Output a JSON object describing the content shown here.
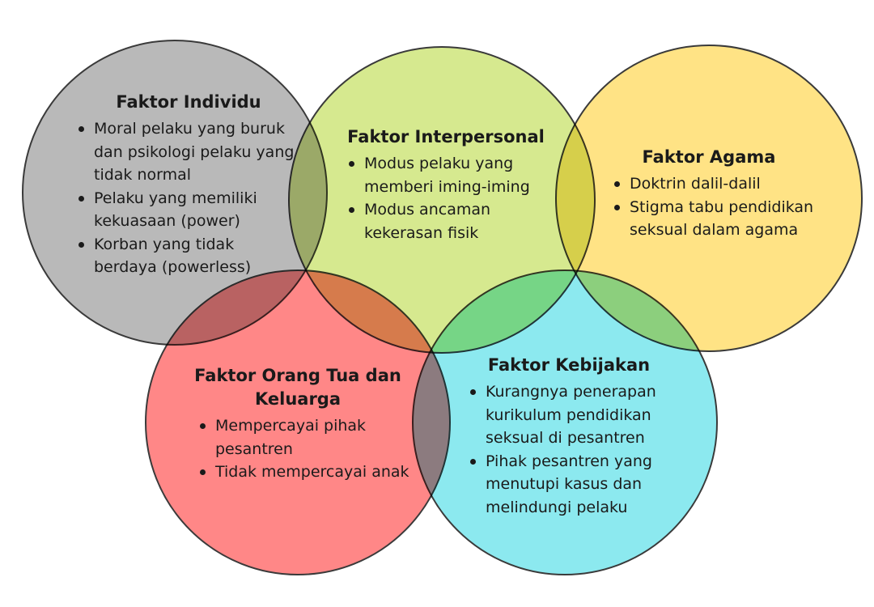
{
  "diagram": {
    "circles": [
      {
        "id": "individu",
        "title": "Faktor Individu",
        "color": "#b9b9b9",
        "items": [
          "Moral pelaku yang buruk dan psikologi pelaku yang tidak normal",
          "Pelaku yang memiliki kekuasaan (power)",
          "Korban yang tidak berdaya (powerless)"
        ]
      },
      {
        "id": "interpersonal",
        "title": "Faktor Interpersonal",
        "color": "#d6e98f",
        "items": [
          "Modus pelaku yang memberi iming-iming",
          "Modus ancaman kekerasan fisik"
        ]
      },
      {
        "id": "agama",
        "title": "Faktor Agama",
        "color": "#ffe385",
        "items": [
          "Doktrin dalil-dalil",
          "Stigma tabu pendidikan seksual dalam agama"
        ]
      },
      {
        "id": "orang-tua",
        "title": "Faktor Orang Tua dan Keluarga",
        "color": "#ff8787",
        "items": [
          "Mempercayai pihak pesantren",
          "Tidak mempercayai anak"
        ]
      },
      {
        "id": "kebijakan",
        "title": "Faktor Kebijakan",
        "color": "#8ce9ef",
        "items": [
          "Kurangnya penerapan kurikulum pendidikan seksual di pesantren",
          "Pihak pesantren yang menutupi kasus dan melindungi pelaku"
        ]
      }
    ]
  }
}
